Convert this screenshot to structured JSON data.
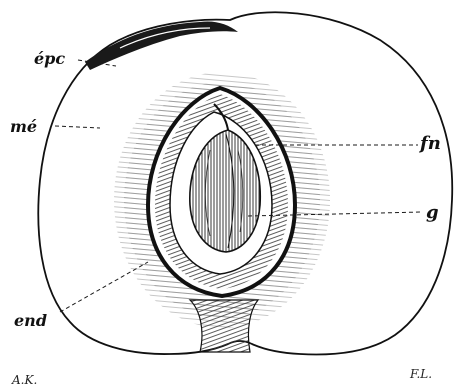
{
  "labels": {
    "epicarp": "épc",
    "mesocarp": "mé",
    "endocarp": "end",
    "funicle": "fn",
    "seed": "g"
  },
  "signatures": {
    "engraver_left": "A.K.",
    "artist_right": "F.L."
  }
}
